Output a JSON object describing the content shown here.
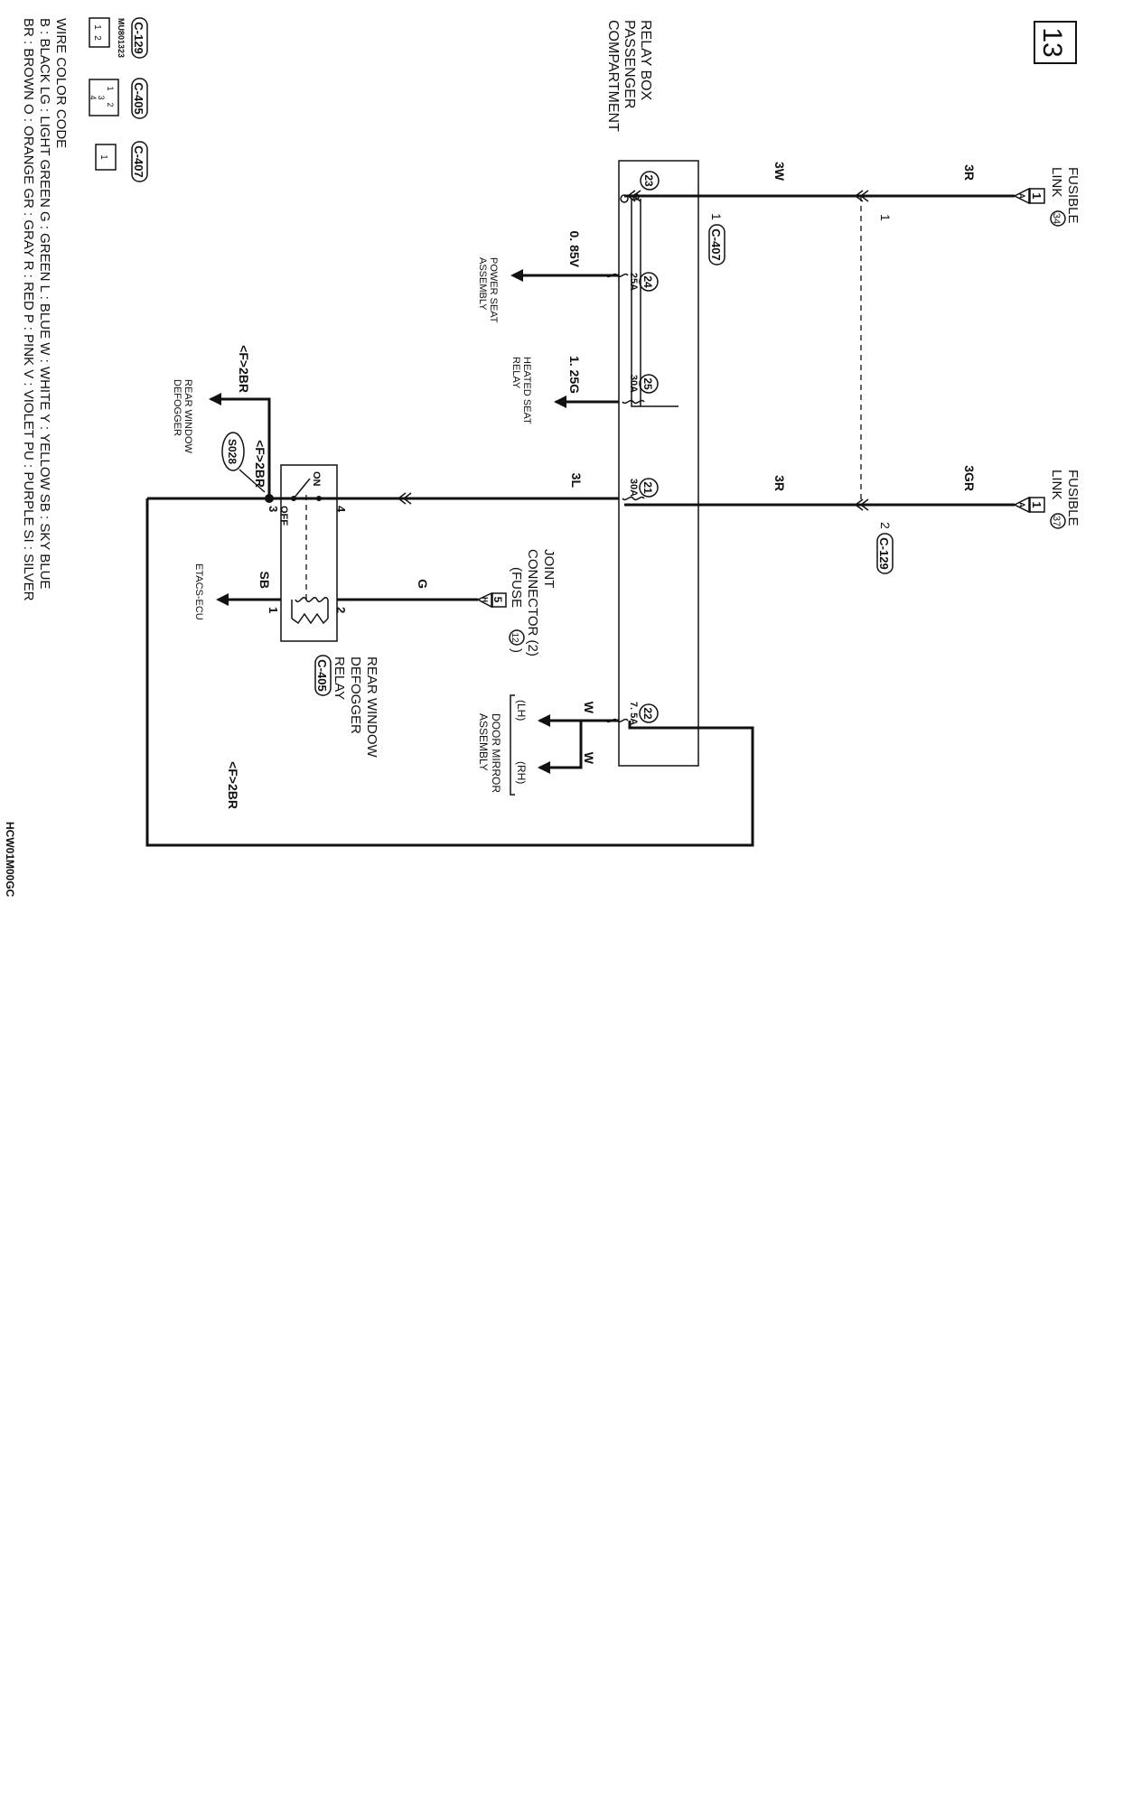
{
  "page_number": "13",
  "doc_code": "HCW01M00GC",
  "relay_box": {
    "line1": "RELAY BOX",
    "line2": "PASSENGER",
    "line3": "COMPARTMENT"
  },
  "fusible_links": [
    {
      "line1": "FUSIBLE",
      "line2": "LINK",
      "number": "34",
      "connector": "1",
      "marker": "A"
    },
    {
      "line1": "FUSIBLE",
      "line2": "LINK",
      "number": "37",
      "connector": "1",
      "marker": "A"
    }
  ],
  "wires": {
    "w3r": "3R",
    "w3w": "3W",
    "w3gr": "3GR",
    "w3r_b": "3R",
    "w3l": "3L",
    "w085v": "0. 85V",
    "w125g": "1. 25G",
    "wg": "G",
    "wsb": "SB",
    "ww1": "W",
    "ww2": "W",
    "br_main": "<F>2BR",
    "br_left": "<F>2BR",
    "br_bottom": "<F>2BR"
  },
  "fuses": [
    {
      "number": "23",
      "rating": ""
    },
    {
      "number": "24",
      "rating": "25A"
    },
    {
      "number": "25",
      "rating": "30A"
    },
    {
      "number": "21",
      "rating": "30A"
    },
    {
      "number": "22",
      "rating": "7. 5A"
    }
  ],
  "connectors": {
    "c407": "C-407",
    "c407_pin": "1",
    "c129": "C-129",
    "c129_pin": "2",
    "junction_pin": "1",
    "c405": "C-405"
  },
  "loads": {
    "power_seat": {
      "line1": "POWER SEAT",
      "line2": "ASSEMBLY"
    },
    "heated_seat": {
      "line1": "HEATED SEAT",
      "line2": "RELAY"
    },
    "rear_defogger": {
      "line1": "REAR WINDOW",
      "line2": "DEFOGGER"
    },
    "etacs": "ETACS-ECU",
    "door_mirror": {
      "line1": "DOOR MIRROR",
      "line2": "ASSEMBLY",
      "lh": "(LH)",
      "rh": "(RH)"
    }
  },
  "joint_connector": {
    "line1": "JOINT",
    "line2": "CONNECTOR (2)",
    "line3": "(FUSE",
    "fuse_no": "12",
    "close": ")",
    "pin": "5",
    "marker": "H"
  },
  "relay": {
    "line1": "REAR WINDOW",
    "line2": "DEFOGGER",
    "line3": "RELAY",
    "on": "ON",
    "off": "OFF",
    "pin1": "1",
    "pin2": "2",
    "pin3": "3",
    "pin4": "4"
  },
  "splice": "S028",
  "connector_legend": {
    "c129": "C-129",
    "c405": "C-405",
    "c407": "C-407",
    "part_no": "MU801323",
    "c129_pins": [
      "1",
      "2"
    ],
    "c405_pins": [
      "1",
      "2",
      "3",
      "4"
    ],
    "c407_pins": [
      "1"
    ]
  },
  "color_code": {
    "title": "WIRE COLOR CODE",
    "row1": "B : BLACK    LG : LIGHT GREEN    G : GREEN    L : BLUE    W : WHITE    Y : YELLOW    SB : SKY BLUE",
    "row2": "BR : BROWN    O : ORANGE    GR : GRAY    R : RED    P : PINK    V : VIOLET    PU : PURPLE    SI : SILVER"
  }
}
